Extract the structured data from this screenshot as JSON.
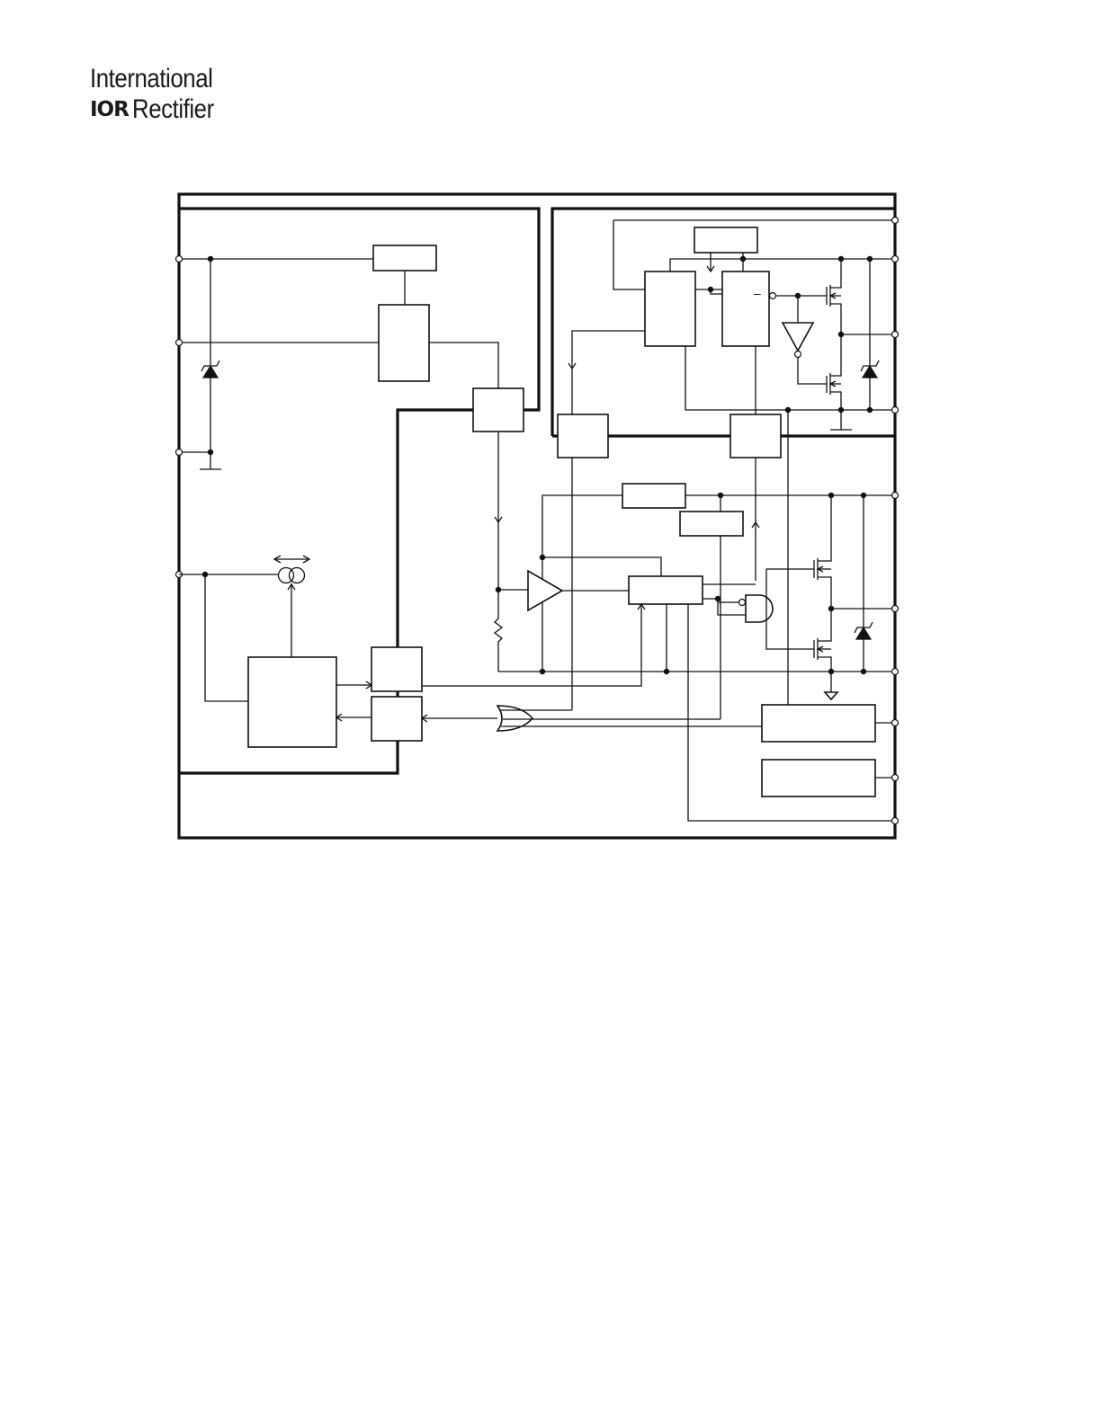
{
  "logo": {
    "line1": "International",
    "mark": "IOR",
    "line2": "Rectifier"
  },
  "diagram": {
    "box_label_minus": "–"
  },
  "colors": {
    "ink": "#111111",
    "background": "#ffffff"
  }
}
